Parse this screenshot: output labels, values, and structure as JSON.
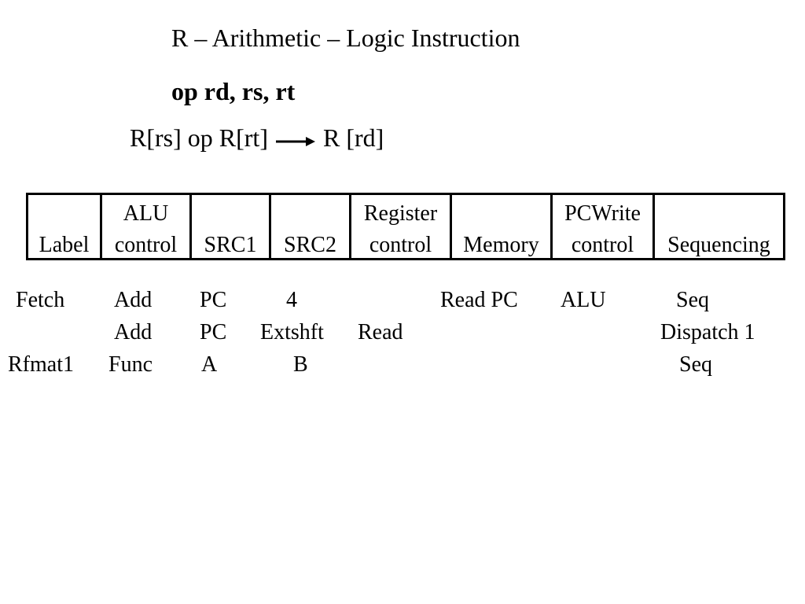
{
  "slide": {
    "title": "R – Arithmetic – Logic Instruction",
    "syntax": "op  rd, rs, rt",
    "rtl_left": "R[rs] op R[rt]",
    "rtl_right": "R [rd]",
    "arrow_icon": "right-arrow-icon"
  },
  "table": {
    "headers": [
      {
        "line1": "",
        "line2": "Label"
      },
      {
        "line1": "ALU",
        "line2": "control"
      },
      {
        "line1": "",
        "line2": "SRC1"
      },
      {
        "line1": "",
        "line2": "SRC2"
      },
      {
        "line1": "Register",
        "line2": "control"
      },
      {
        "line1": "",
        "line2": "Memory"
      },
      {
        "line1": "PCWrite",
        "line2": "control"
      },
      {
        "line1": "",
        "line2": "Sequencing"
      }
    ],
    "rows": [
      [
        "Fetch",
        "Add",
        "PC",
        "4",
        "",
        "Read PC",
        "ALU",
        "Seq"
      ],
      [
        "",
        "Add",
        "PC",
        "Extshft",
        "Read",
        "",
        "",
        "Dispatch 1"
      ],
      [
        "Rfmat1",
        "Func",
        "A",
        "B",
        "",
        "",
        "",
        "Seq"
      ]
    ]
  }
}
